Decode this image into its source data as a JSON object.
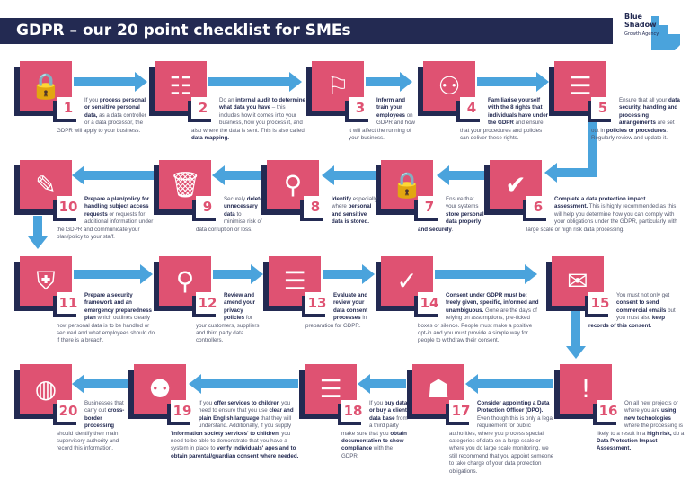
{
  "header": {
    "title": "GDPR – our 20 point checklist for SMEs"
  },
  "logo": {
    "line1": "Blue",
    "line2": "Shadow",
    "line3": "Growth Agency"
  },
  "colors": {
    "pink": "#df5272",
    "navy": "#232a52",
    "arrow_blue": "#4aa3dc",
    "text": "#555a70"
  },
  "steps": [
    {
      "number": "1",
      "icon": "laptop-lock-icon",
      "text": [
        [
          "If you ",
          0
        ],
        [
          "process personal or sensitive personal data,",
          1
        ],
        [
          " as a data controller or a data processor, the GDPR will apply to your business.",
          0
        ]
      ]
    },
    {
      "number": "2",
      "icon": "folder-sitemap-icon",
      "text": [
        [
          "Do an ",
          0
        ],
        [
          "internal audit to determine what data you have",
          1
        ],
        [
          " – this includes how it comes into your business, how you process it, and also where the data is sent. This is also called ",
          0
        ],
        [
          "data mapping.",
          1
        ]
      ]
    },
    {
      "number": "3",
      "icon": "presenter-board-icon",
      "text": [
        [
          "Inform and train your employees",
          1
        ],
        [
          " on GDPR and how it will affect the running of your business.",
          0
        ]
      ]
    },
    {
      "number": "4",
      "icon": "people-group-icon",
      "text": [
        [
          "Familiarise yourself with the 8 rights that individuals have under the GDPR",
          1
        ],
        [
          " and ensure that your procedures and policies can deliver these rights.",
          0
        ]
      ]
    },
    {
      "number": "5",
      "icon": "documents-icon",
      "text": [
        [
          "Ensure that all your ",
          0
        ],
        [
          "data security, handling and processing arrangements",
          1
        ],
        [
          " are set out in ",
          0
        ],
        [
          "policies or procedures",
          1
        ],
        [
          ". Regularly review and update it.",
          0
        ]
      ]
    },
    {
      "number": "6",
      "icon": "clipboard-check-icon",
      "text": [
        [
          "Complete a data protection impact assessment.",
          1
        ],
        [
          " This is highly recommended as this will help you determine how you can comply with your obligations under the GDPR, particularly with large scale or high risk data processing.",
          0
        ]
      ]
    },
    {
      "number": "7",
      "icon": "padlock-icon",
      "text": [
        [
          "Ensure that your systems ",
          0
        ],
        [
          "store personal data properly and securely",
          1
        ],
        [
          ".",
          0
        ]
      ]
    },
    {
      "number": "8",
      "icon": "magnifier-icon",
      "text": [
        [
          "Identify",
          1
        ],
        [
          " especially where ",
          0
        ],
        [
          "personal and sensitive data is stored.",
          1
        ]
      ]
    },
    {
      "number": "9",
      "icon": "trash-icon",
      "text": [
        [
          "Securely ",
          0
        ],
        [
          "delete unnecessary data",
          1
        ],
        [
          " to minimise risk of data corruption or loss.",
          0
        ]
      ]
    },
    {
      "number": "10",
      "icon": "notepad-pen-icon",
      "text": [
        [
          "Prepare a plan/policy for handling subject access requests",
          1
        ],
        [
          " or requests for additional information under the GDPR and communicate your plan/policy to your staff.",
          0
        ]
      ]
    },
    {
      "number": "11",
      "icon": "shield-lock-icon",
      "text": [
        [
          "Prepare a security framework and an emergency preparedness plan",
          1
        ],
        [
          " which outlines clearly how personal data is to be handled or secured and what employees should do if there is a breach.",
          0
        ]
      ]
    },
    {
      "number": "12",
      "icon": "folder-search-icon",
      "text": [
        [
          "Review and amend your privacy policies",
          1
        ],
        [
          " for your customers, suppliers and third party data controllers.",
          0
        ]
      ]
    },
    {
      "number": "13",
      "icon": "document-icon",
      "text": [
        [
          "Evaluate and review your data consent processes",
          1
        ],
        [
          " in preparation for GDPR.",
          0
        ]
      ]
    },
    {
      "number": "14",
      "icon": "check-circle-icon",
      "text": [
        [
          "Consent under GDPR must be: freely given, specific, informed and unambiguous.",
          1
        ],
        [
          " Gone are the days of relying on assumptions, pre-ticked boxes or silence. People must make a positive opt-in and you must provide a simple way for people to withdraw their consent.",
          0
        ]
      ]
    },
    {
      "number": "15",
      "icon": "envelope-icon",
      "text": [
        [
          "You must not only get ",
          0
        ],
        [
          "consent to send commercial emails",
          1
        ],
        [
          " but you must also ",
          0
        ],
        [
          "keep records of this consent.",
          1
        ]
      ]
    },
    {
      "number": "16",
      "icon": "exclamation-circle-icon",
      "text": [
        [
          "On all new projects or where you are ",
          0
        ],
        [
          "using new technologies",
          1
        ],
        [
          " where the processing is likely to a result in a ",
          0
        ],
        [
          "high risk,",
          1
        ],
        [
          " do a ",
          0
        ],
        [
          "Data Protection Impact Assessment.",
          1
        ]
      ]
    },
    {
      "number": "17",
      "icon": "officer-icon",
      "text": [
        [
          "Consider appointing a Data Protection Officer (DPO).",
          1
        ],
        [
          " Even though this is only a legal requirement for public authorities, where you process special categories of data on a large scale or where you do large scale monitoring, we still recommend that you appoint someone to take charge of your data protection obligations.",
          0
        ]
      ]
    },
    {
      "number": "18",
      "icon": "database-document-icon",
      "text": [
        [
          "If you ",
          0
        ],
        [
          "buy data or buy a client data base",
          1
        ],
        [
          " from a third party make sure that you ",
          0
        ],
        [
          "obtain documentation to show compliance",
          1
        ],
        [
          " with the GDPR.",
          0
        ]
      ]
    },
    {
      "number": "19",
      "icon": "children-icon",
      "text": [
        [
          "If you ",
          0
        ],
        [
          "offer services to children",
          1
        ],
        [
          " you need to ensure that you use ",
          0
        ],
        [
          "clear and plain English language",
          1
        ],
        [
          " that they will understand. Additionally, if you supply ",
          0
        ],
        [
          "'information society services' to children",
          1
        ],
        [
          ", you need to be able to demonstrate that you have a system in place to ",
          0
        ],
        [
          "verify individuals' ages and to obtain parental/guardian consent where needed.",
          1
        ]
      ]
    },
    {
      "number": "20",
      "icon": "globe-icon",
      "text": [
        [
          "Businesses that carry out ",
          0
        ],
        [
          "cross-border processing",
          1
        ],
        [
          " should identify their main supervisory authority and record this information.",
          0
        ]
      ]
    }
  ]
}
